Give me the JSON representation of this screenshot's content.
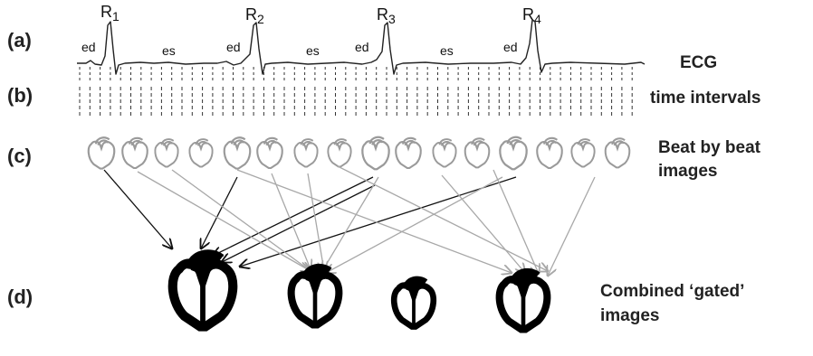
{
  "rows": {
    "a": "(a)",
    "b": "(b)",
    "c": "(c)",
    "d": "(d)"
  },
  "side_labels": {
    "ecg": "ECG",
    "time_intervals": "time intervals",
    "beat_line1": "Beat by beat",
    "beat_line2": "images",
    "combined_line1": "Combined ‘gated’",
    "combined_line2": "images"
  },
  "r_peaks": [
    {
      "letter": "R",
      "index": "1"
    },
    {
      "letter": "R",
      "index": "2"
    },
    {
      "letter": "R",
      "index": "3"
    },
    {
      "letter": "R",
      "index": "4"
    }
  ],
  "phases": [
    "ed",
    "es",
    "ed",
    "es",
    "ed",
    "es",
    "ed"
  ],
  "colors": {
    "ink": "#111111",
    "beat_heart": "#9a9a9a",
    "grey_arrow": "#a8a8a8",
    "gated_heart": "#000000"
  }
}
